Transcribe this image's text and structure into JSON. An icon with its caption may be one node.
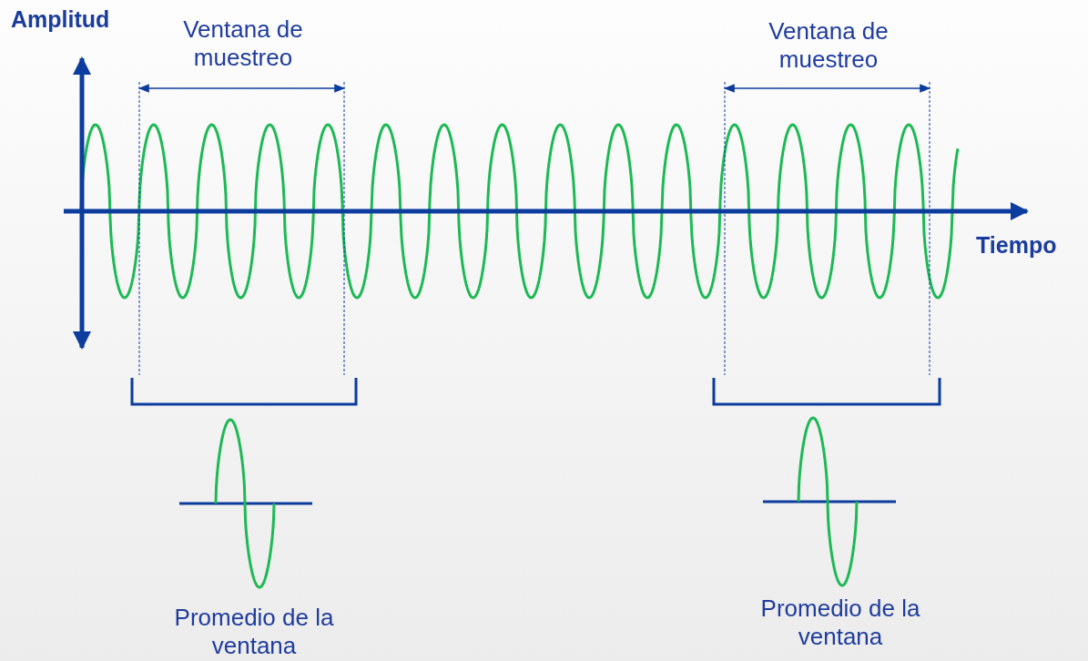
{
  "diagram": {
    "labels": [
      "Amplitud",
      "Ventana de muestreo",
      "Ventana de muestreo",
      "Tiempo",
      "Promedio de la ventana",
      "Promedio de la ventana"
    ]
  }
}
